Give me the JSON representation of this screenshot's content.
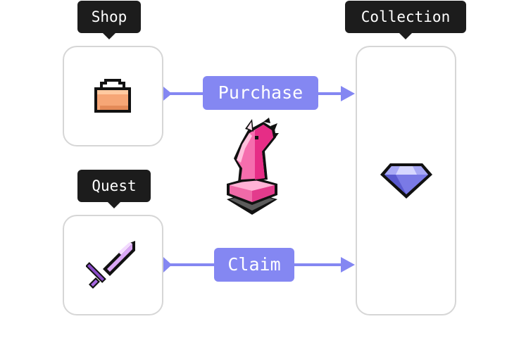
{
  "nodes": {
    "shop": {
      "label": "Shop",
      "icon": "shopping-bag-icon"
    },
    "quest": {
      "label": "Quest",
      "icon": "sword-icon"
    },
    "collection": {
      "label": "Collection",
      "icon": "diamond-gem-icon"
    }
  },
  "edges": {
    "purchase": {
      "label": "Purchase",
      "from": "Shop",
      "to": "Collection"
    },
    "claim": {
      "label": "Claim",
      "from": "Quest",
      "to": "Collection"
    }
  },
  "center_icon": "pink-unicorn-chess-knight-icon",
  "colors": {
    "accent": "#8487f2",
    "tooltip_bg": "#1c1c1c",
    "card_border": "#d6d6d6"
  }
}
